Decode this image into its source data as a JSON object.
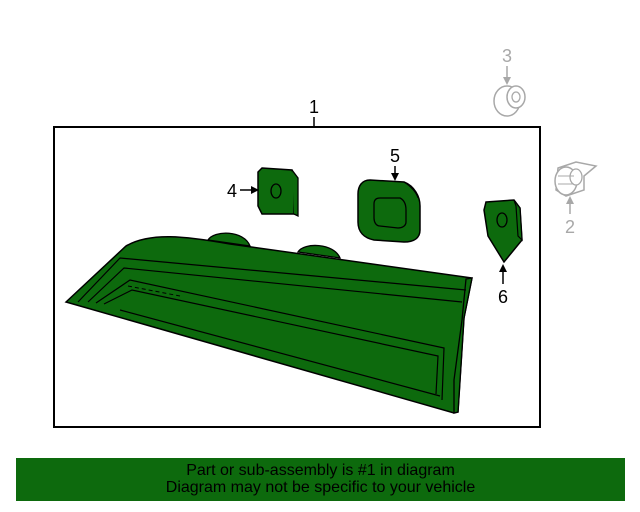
{
  "diagram": {
    "callouts": {
      "part1": "1",
      "part2": "2",
      "part3": "3",
      "part4": "4",
      "part5": "5",
      "part6": "6"
    },
    "colors": {
      "part_fill": "#0d6a0d",
      "outline": "#000000",
      "ghost_part": "#a8a8a8",
      "background": "#ffffff"
    }
  },
  "banner": {
    "line1": "Part or sub-assembly is #1 in diagram",
    "line2": "Diagram may not be specific to your vehicle",
    "background": "#0d6a0d"
  }
}
